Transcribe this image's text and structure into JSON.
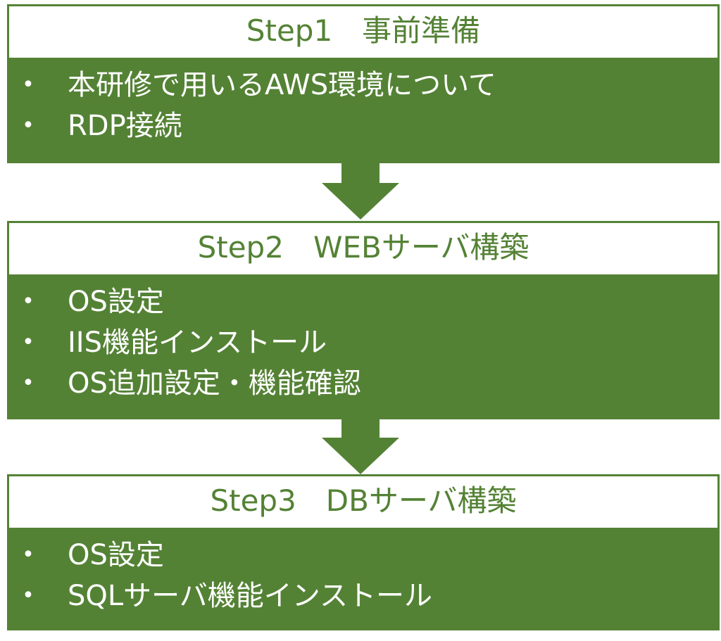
{
  "colors": {
    "accent": "#548235",
    "header_bg": "#ffffff",
    "body_text": "#ffffff"
  },
  "steps": [
    {
      "title": "Step1　事前準備",
      "items": [
        "本研修で用いるAWS環境について",
        "RDP接続"
      ]
    },
    {
      "title": "Step2　WEBサーバ構築",
      "items": [
        "OS設定",
        "IIS機能インストール",
        "OS追加設定・機能確認"
      ]
    },
    {
      "title": "Step3　DBサーバ構築",
      "items": [
        "OS設定",
        "SQLサーバ機能インストール"
      ]
    }
  ],
  "bullet_glyph": "•"
}
